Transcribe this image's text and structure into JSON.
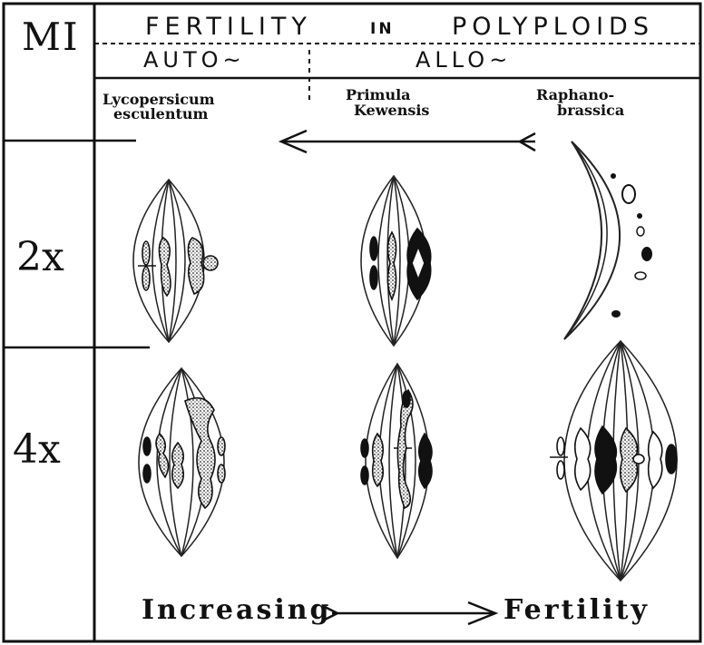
{
  "corner_label": "MI",
  "title": {
    "left": "FERTILITY",
    "middle": "IN",
    "right": "POLYPLOIDS"
  },
  "groups": {
    "auto": "AUTO~",
    "allo": "ALLO~"
  },
  "species": [
    {
      "line1": "Lycopersicum",
      "line2": "esculentum"
    },
    {
      "line1": "Primula",
      "line2": "Kewensis"
    },
    {
      "line1": "Raphano-",
      "line2": "brassica"
    }
  ],
  "rows": [
    "2x",
    "4x"
  ],
  "footer": {
    "left": "Increasing",
    "right": "Fertility"
  }
}
